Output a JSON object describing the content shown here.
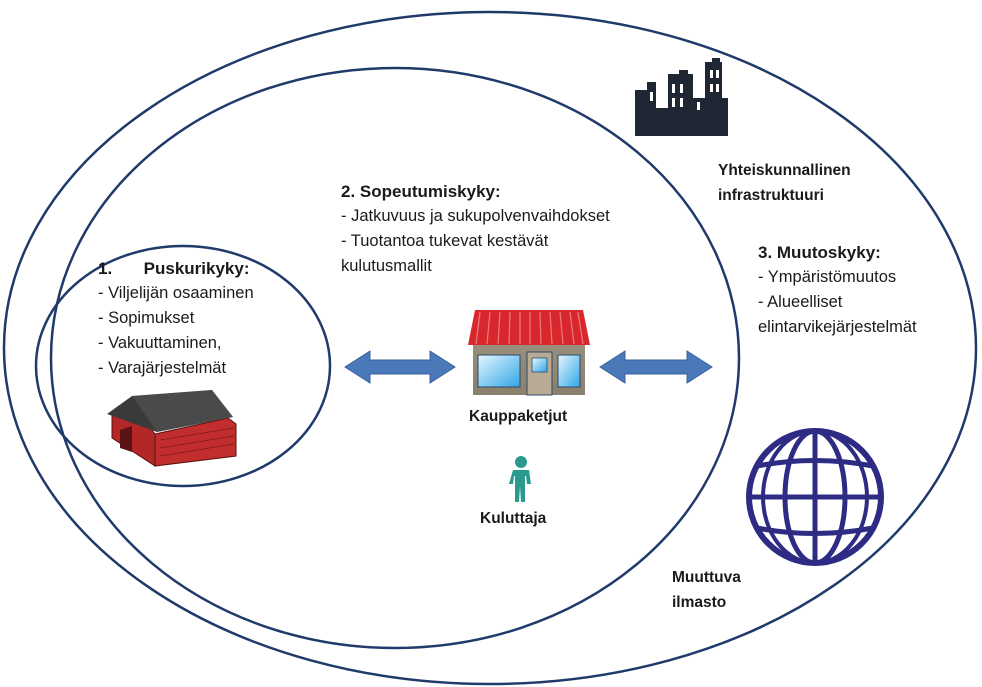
{
  "capacity1": {
    "number": "1.",
    "title": "Puskurikyky:",
    "items": [
      "- Viljelijän osaaminen",
      "- Sopimukset",
      "- Vakuuttaminen,",
      "- Varajärjestelmät"
    ]
  },
  "capacity2": {
    "title": "2. Sopeutumiskyky:",
    "items": [
      "- Jatkuvuus ja sukupolvenvaihdokset",
      "- Tuotantoa tukevat kestävät",
      "kulutusmallit"
    ]
  },
  "capacity3": {
    "title": "3. Muutoskyky:",
    "items": [
      "- Ympäristömuutos",
      "- Alueelliset",
      "elintarvikejärjestelmät"
    ]
  },
  "infrastructure": {
    "line1": "Yhteiskunnallinen",
    "line2": "infrastruktuuri"
  },
  "shop": {
    "label": "Kauppaketjut"
  },
  "consumer": {
    "label": "Kuluttaja"
  },
  "climate": {
    "line1": "Muuttuva",
    "line2": "ilmasto"
  },
  "colors": {
    "ring": "#1f3a6b",
    "arrow": "#4a78b8",
    "city": "#1e2733",
    "globe": "#2e2b85",
    "consumer": "#2a9a8f",
    "barn": "#b32727"
  },
  "icons": [
    "city-icon",
    "barn-icon",
    "shop-icon",
    "consumer-icon",
    "globe-icon",
    "double-arrow-icon"
  ]
}
